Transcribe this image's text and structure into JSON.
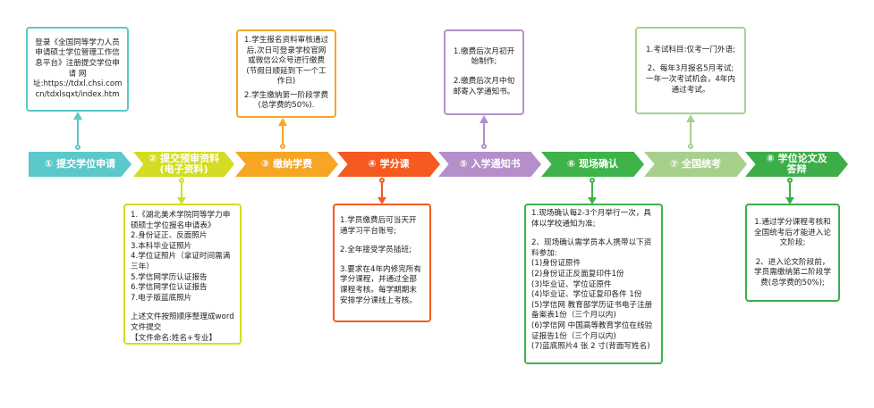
{
  "colors": {
    "teal": "#5bc8c9",
    "yellow": "#d4dc23",
    "amber": "#f6a623",
    "orange": "#f55a1e",
    "purple": "#b48fca",
    "green": "#3db34a",
    "lightgreen": "#a8d08d",
    "darkgreen": "#3cae48"
  },
  "steps": [
    {
      "label": "① 提交学位申请"
    },
    {
      "label": "② 提交预审资料\n(电子资料)"
    },
    {
      "label": "③ 缴纳学费"
    },
    {
      "label": "④ 学分课"
    },
    {
      "label": "⑤ 入学通知书"
    },
    {
      "label": "⑥ 现场确认"
    },
    {
      "label": "⑦ 全国统考"
    },
    {
      "label": "⑧ 学位论文及\n答辩"
    }
  ],
  "top_boxes": {
    "step1": {
      "paragraphs": [
        "登录《全国同等学力人员申请硕士学位管理工作信息平台》注册提交学位申请 网\n址:https://tdxl.chsi.com\ncn/tdxlsqxt/index.htm"
      ]
    },
    "step3": {
      "paragraphs": [
        "1.学生报名资料审核通过后,次日可登录学校官网或微信公众号进行缴费(节假日顺延到下一个工作日)",
        "2.学生缴纳第一阶段学费\n(总学费的50%)."
      ]
    },
    "step5": {
      "paragraphs": [
        "1.缴费后次月初开始制作;",
        "2.缴费后次月中旬邮寄入学通知书。"
      ]
    },
    "step7": {
      "paragraphs": [
        "1.考试科目:仅考一门外语;",
        "2、每年3月报名5月考试;\n一年一次考试机会，4年内通过考试。"
      ]
    }
  },
  "bottom_boxes": {
    "step2": {
      "paragraphs": [
        "1.《湖北美术学院同等学力申硕硕士学位报名申请表》\n2.身份证正、反面照片\n3.本科毕业证照片\n4.学位证照片（拿证时间需满三年）\n5.学信网学历认证报告\n6.学信网学位认证报告\n7.电子版蓝底照片",
        "上述文件按照顺序整理成word文件提交\n【文件命名:姓名+专业】"
      ]
    },
    "step4": {
      "paragraphs": [
        "1.学员缴费后可当天开通学习平台账号;",
        "2.全年接受学员插班;",
        "3.要求在4年内修完所有学分课程，并通过全部课程考核。每学期期末安排学分课线上考核。"
      ]
    },
    "step6": {
      "paragraphs": [
        "1.现场确认每2-3个月举行一次，具体以学校通知为准;",
        "2、现场确认需学员本人携带以下资料参加:\n(1)身份证原件\n(2)身份证正反面复印件1份\n(3)毕业证、学位证原件\n(4)毕业证、学位证复印各件 1份\n(5)学信网 教育部学历证书电子注册备案表1份（三个月以内)\n(6)学信网 中国高等教育学位在线验证报告1份（三个月以内)\n(7)蓝底照片4 张 2 寸(背面写姓名)"
      ]
    },
    "step8": {
      "paragraphs": [
        "1.通过学分课程考核和全国统考后才能进入论文阶段;",
        "2、进入论文阶段前，学员需缴纳第二阶段学费(总学费的50%);"
      ]
    }
  }
}
